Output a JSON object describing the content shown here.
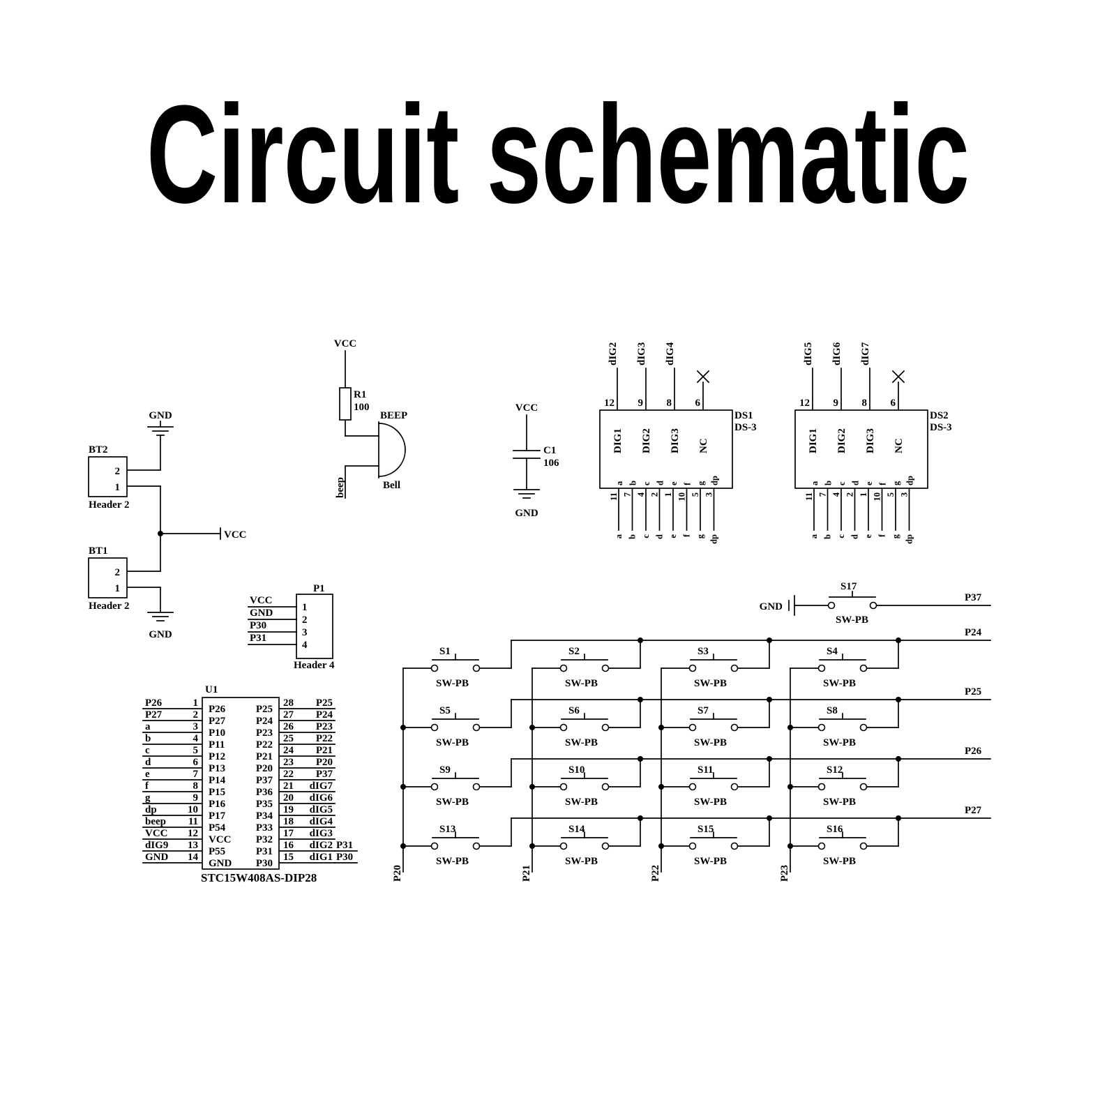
{
  "title": {
    "text": "Circuit schematic",
    "color": "#1e9ff2"
  },
  "colors": {
    "schematic_line": "#000000",
    "background": "#ffffff"
  },
  "battery": {
    "gnd_top": "GND",
    "vcc": "VCC",
    "gnd_bottom": "GND",
    "bt2": {
      "ref": "BT2",
      "pins": [
        "2",
        "1"
      ],
      "type": "Header 2"
    },
    "bt1": {
      "ref": "BT1",
      "pins": [
        "2",
        "1"
      ],
      "type": "Header 2"
    }
  },
  "buzzer": {
    "vcc": "VCC",
    "resistor_ref": "R1",
    "resistor_value": "100",
    "label": "BEEP",
    "device": "Bell",
    "net": "beep"
  },
  "capacitor": {
    "vcc": "VCC",
    "ref": "C1",
    "value": "106",
    "gnd": "GND"
  },
  "displays": [
    {
      "ref": "DS1",
      "type": "DS-3",
      "top_nets": [
        "dIG2",
        "dIG3",
        "dIG4",
        null
      ],
      "top_pin_numbers": [
        "12",
        "9",
        "8",
        "6"
      ],
      "top_pin_names": [
        "DIG1",
        "DIG2",
        "DIG3",
        "NC"
      ],
      "seg_names": [
        "a",
        "b",
        "c",
        "d",
        "e",
        "f",
        "g",
        "dp"
      ],
      "bottom_pin_numbers": [
        "11",
        "7",
        "4",
        "2",
        "1",
        "10",
        "5",
        "3"
      ],
      "bottom_nets": [
        "a",
        "b",
        "c",
        "d",
        "e",
        "f",
        "g",
        "dp"
      ]
    },
    {
      "ref": "DS2",
      "type": "DS-3",
      "top_nets": [
        "dIG5",
        "dIG6",
        "dIG7",
        null
      ],
      "top_pin_numbers": [
        "12",
        "9",
        "8",
        "6"
      ],
      "top_pin_names": [
        "DIG1",
        "DIG2",
        "DIG3",
        "NC"
      ],
      "seg_names": [
        "a",
        "b",
        "c",
        "d",
        "e",
        "f",
        "g",
        "dp"
      ],
      "bottom_pin_numbers": [
        "11",
        "7",
        "4",
        "2",
        "1",
        "10",
        "5",
        "3"
      ],
      "bottom_nets": [
        "a",
        "b",
        "c",
        "d",
        "e",
        "f",
        "g",
        "dp"
      ]
    }
  ],
  "p1": {
    "ref": "P1",
    "type": "Header 4",
    "nets": [
      "VCC",
      "GND",
      "P30",
      "P31"
    ],
    "pins": [
      "1",
      "2",
      "3",
      "4"
    ]
  },
  "u1": {
    "ref": "U1",
    "part": "STC15W408AS-DIP28",
    "left": [
      {
        "num": "1",
        "net": "P26",
        "name": "P26"
      },
      {
        "num": "2",
        "net": "P27",
        "name": "P27"
      },
      {
        "num": "3",
        "net": "a",
        "name": "P10"
      },
      {
        "num": "4",
        "net": "b",
        "name": "P11"
      },
      {
        "num": "5",
        "net": "c",
        "name": "P12"
      },
      {
        "num": "6",
        "net": "d",
        "name": "P13"
      },
      {
        "num": "7",
        "net": "e",
        "name": "P14"
      },
      {
        "num": "8",
        "net": "f",
        "name": "P15"
      },
      {
        "num": "9",
        "net": "g",
        "name": "P16"
      },
      {
        "num": "10",
        "net": "dp",
        "name": "P17"
      },
      {
        "num": "11",
        "net": "beep",
        "name": "P54"
      },
      {
        "num": "12",
        "net": "VCC",
        "name": "VCC"
      },
      {
        "num": "13",
        "net": "dIG9",
        "name": "P55"
      },
      {
        "num": "14",
        "net": "GND",
        "name": "GND"
      }
    ],
    "right": [
      {
        "num": "28",
        "net": "P25",
        "name": "P25"
      },
      {
        "num": "27",
        "net": "P24",
        "name": "P24"
      },
      {
        "num": "26",
        "net": "P23",
        "name": "P23"
      },
      {
        "num": "25",
        "net": "P22",
        "name": "P22"
      },
      {
        "num": "24",
        "net": "P21",
        "name": "P21"
      },
      {
        "num": "23",
        "net": "P20",
        "name": "P20"
      },
      {
        "num": "22",
        "net": "P37",
        "name": "P37"
      },
      {
        "num": "21",
        "net": "dIG7",
        "name": "P36"
      },
      {
        "num": "20",
        "net": "dIG6",
        "name": "P35"
      },
      {
        "num": "19",
        "net": "dIG5",
        "name": "P34"
      },
      {
        "num": "18",
        "net": "dIG4",
        "name": "P33"
      },
      {
        "num": "17",
        "net": "dIG3",
        "name": "P32"
      },
      {
        "num": "16",
        "net": "dIG2",
        "name": "P31",
        "extra": "P31"
      },
      {
        "num": "15",
        "net": "dIG1",
        "name": "P30",
        "extra": "P30"
      }
    ]
  },
  "s17": {
    "ref": "S17",
    "type": "SW-PB",
    "gnd": "GND",
    "net": "P37"
  },
  "matrix": {
    "columns": [
      "P20",
      "P21",
      "P22",
      "P23"
    ],
    "rows": [
      {
        "net": "P24",
        "buttons": [
          {
            "ref": "S1",
            "type": "SW-PB"
          },
          {
            "ref": "S2",
            "type": "SW-PB"
          },
          {
            "ref": "S3",
            "type": "SW-PB"
          },
          {
            "ref": "S4",
            "type": "SW-PB"
          }
        ]
      },
      {
        "net": "P25",
        "buttons": [
          {
            "ref": "S5",
            "type": "SW-PB"
          },
          {
            "ref": "S6",
            "type": "SW-PB"
          },
          {
            "ref": "S7",
            "type": "SW-PB"
          },
          {
            "ref": "S8",
            "type": "SW-PB"
          }
        ]
      },
      {
        "net": "P26",
        "buttons": [
          {
            "ref": "S9",
            "type": "SW-PB"
          },
          {
            "ref": "S10",
            "type": "SW-PB"
          },
          {
            "ref": "S11",
            "type": "SW-PB"
          },
          {
            "ref": "S12",
            "type": "SW-PB"
          }
        ]
      },
      {
        "net": "P27",
        "buttons": [
          {
            "ref": "S13",
            "type": "SW-PB"
          },
          {
            "ref": "S14",
            "type": "SW-PB"
          },
          {
            "ref": "S15",
            "type": "SW-PB"
          },
          {
            "ref": "S16",
            "type": "SW-PB"
          }
        ]
      }
    ]
  }
}
